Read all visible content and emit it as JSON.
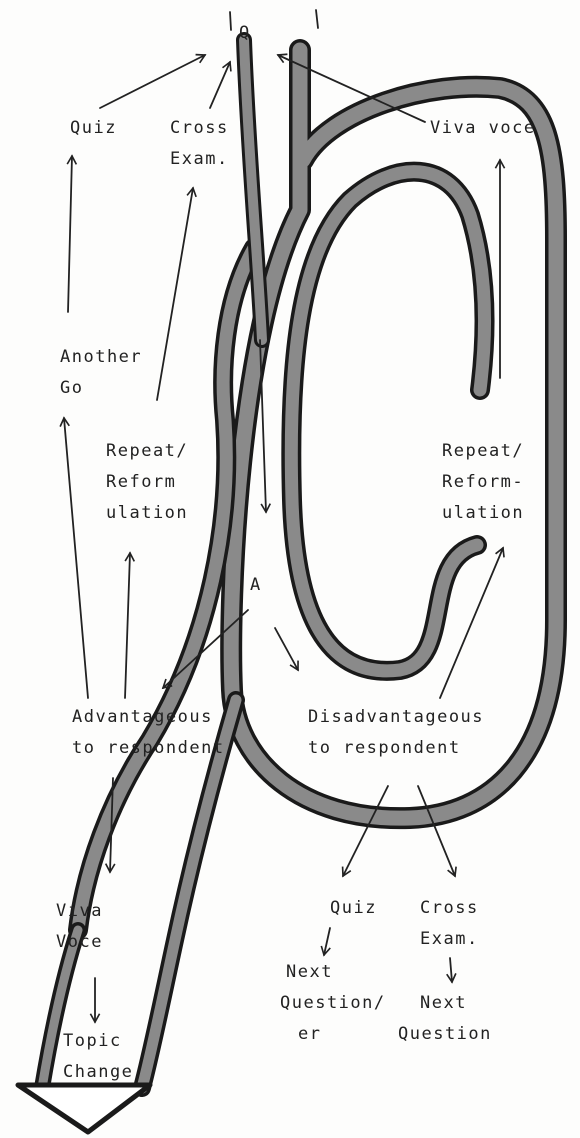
{
  "nodes": {
    "question": {
      "lines": [
        "Q"
      ]
    },
    "answer": {
      "lines": [
        "A"
      ]
    },
    "quiz_top": {
      "lines": [
        "Quiz"
      ]
    },
    "cross_exam_top": {
      "lines": [
        "Cross",
        "Exam."
      ]
    },
    "viva_voce_top": {
      "lines": [
        "Viva voce"
      ]
    },
    "another_go": {
      "lines": [
        "Another",
        "Go"
      ]
    },
    "repeat_left": {
      "lines": [
        "Repeat/",
        "Reform",
        "ulation"
      ]
    },
    "repeat_right": {
      "lines": [
        "Repeat/",
        "Reform-",
        "ulation"
      ]
    },
    "advantageous": {
      "lines": [
        "Advantageous",
        "to respondent"
      ]
    },
    "disadvantageous": {
      "lines": [
        "Disadvantageous",
        "to respondent"
      ]
    },
    "viva_voce_bottom": {
      "lines": [
        "Viva",
        "Voce"
      ]
    },
    "topic_change": {
      "lines": [
        "Topic",
        "Change"
      ]
    },
    "quiz_bottom": {
      "lines": [
        "Quiz"
      ]
    },
    "cross_exam_bottom": {
      "lines": [
        "Cross",
        "Exam."
      ]
    },
    "next_q_left": {
      "lines": [
        "Next",
        "Question/",
        "er"
      ]
    },
    "next_q_right": {
      "lines": [
        "Next",
        "Question"
      ]
    }
  },
  "colors": {
    "ink": "#222222",
    "band_outline": "#1a1a1a",
    "band_fill": "#8a8a8a",
    "paper": "#fdfdfc"
  }
}
